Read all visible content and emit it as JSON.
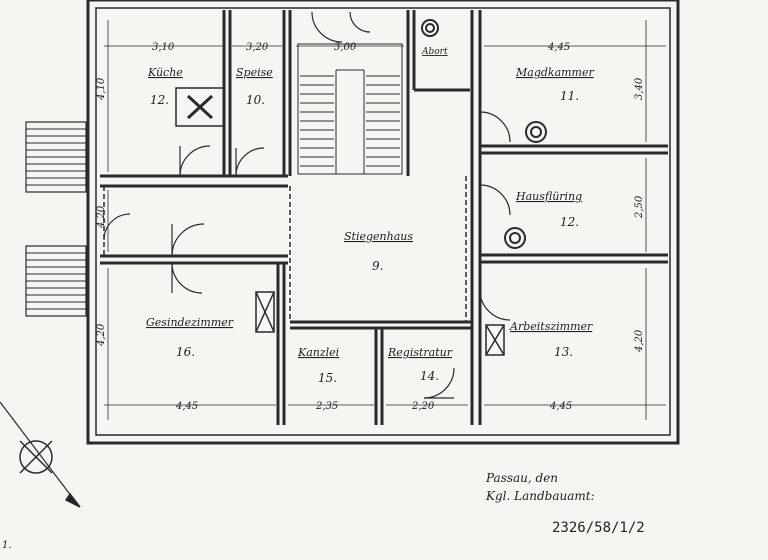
{
  "rooms": [
    {
      "key": "kueche",
      "name": "Küche",
      "number": "12."
    },
    {
      "key": "speise",
      "name": "Speise",
      "number": "10."
    },
    {
      "key": "abort",
      "name": "Abort",
      "number": ""
    },
    {
      "key": "magd",
      "name": "Magdkammer",
      "number": "11."
    },
    {
      "key": "hausflur",
      "name": "Hausflüring",
      "number": "12."
    },
    {
      "key": "stiege",
      "name": "Stiegenhaus",
      "number": "9."
    },
    {
      "key": "gesinde",
      "name": "Gesindezimmer",
      "number": "16."
    },
    {
      "key": "kanzlei",
      "name": "Kanzlei",
      "number": "15."
    },
    {
      "key": "registratur",
      "name": "Registratur",
      "number": "14."
    },
    {
      "key": "arbeits",
      "name": "Arbeitszimmer",
      "number": "13."
    }
  ],
  "dimensions": {
    "kueche_width": "3,10",
    "speise_width": "3,20",
    "stair_width": "3,00",
    "magd_width": "4,45",
    "kueche_height": "4,10",
    "magd_height": "3,40",
    "corridor_height": "4,20",
    "hausflur_height": "2,50",
    "gesinde_height": "4,20",
    "arbeits_height": "4,20",
    "gesinde_width": "4,45",
    "kanzlei_width": "2,35",
    "registratur_width": "2,20",
    "arbeits_width": "4,45"
  },
  "signature": {
    "line1": "Passau, den",
    "line2": "Kgl. Landbauamt:"
  },
  "sheet_number": "2326/58/1/2",
  "corner_mark": "1."
}
